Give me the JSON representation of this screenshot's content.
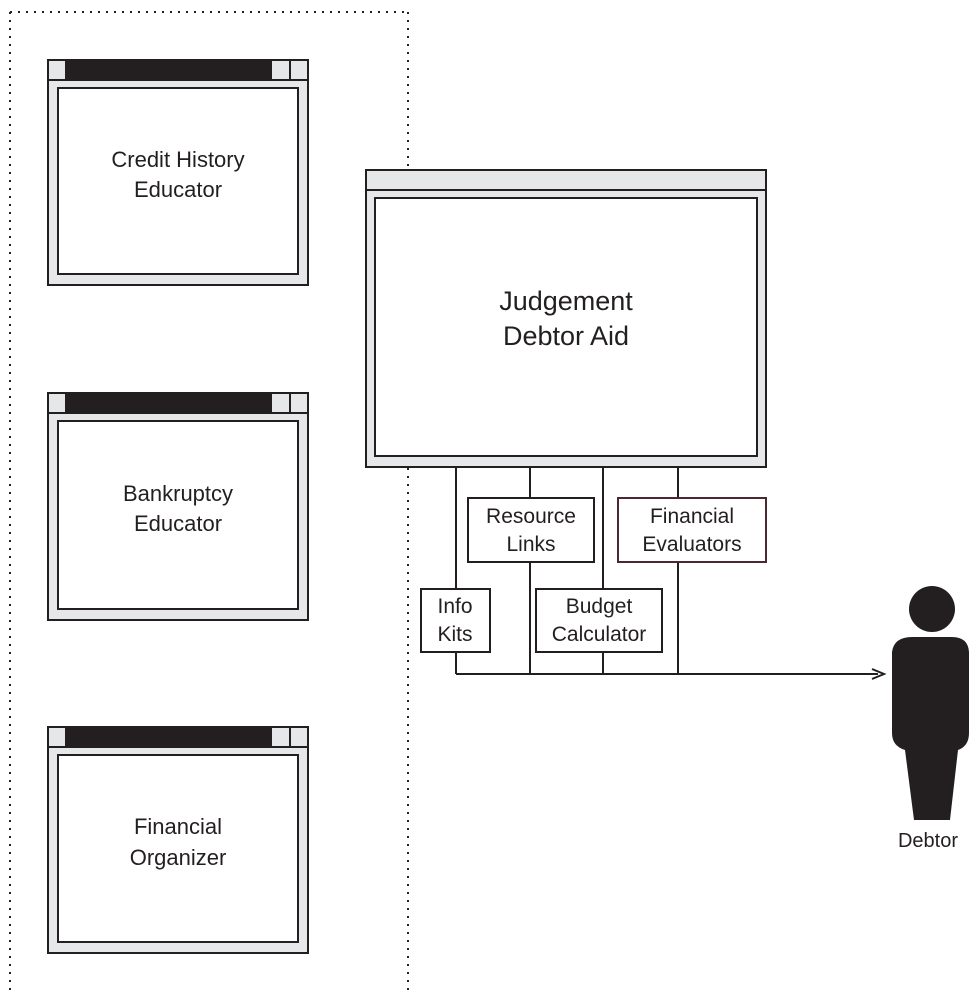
{
  "side_windows": [
    {
      "line1": "Credit History",
      "line2": "Educator"
    },
    {
      "line1": "Bankruptcy",
      "line2": "Educator"
    },
    {
      "line1": "Financial",
      "line2": "Organizer"
    }
  ],
  "main_window": {
    "line1": "Judgement",
    "line2": "Debtor Aid"
  },
  "components": {
    "resource_links": {
      "line1": "Resource",
      "line2": "Links"
    },
    "financial_evaluators": {
      "line1": "Financial",
      "line2": "Evaluators"
    },
    "info_kits": {
      "line1": "Info",
      "line2": "Kits"
    },
    "budget_calculator": {
      "line1": "Budget",
      "line2": "Calculator"
    }
  },
  "actor": {
    "label": "Debtor",
    "icon": "person-icon"
  },
  "colors": {
    "line": "#231f20",
    "window_frame": "#e6e7e8",
    "evaluators_border": "#4a2a30"
  }
}
